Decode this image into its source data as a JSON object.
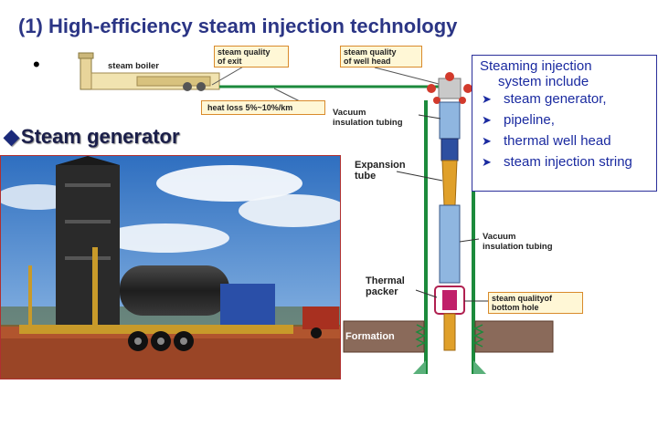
{
  "title": "(1) High-efficiency steam injection technology",
  "bullet": "•",
  "steam_generator_heading": "Steam generator",
  "heading_icon": "diamond-icon",
  "diagram": {
    "steam_boiler": "steam boiler",
    "steam_quality_exit": [
      "steam quality",
      "of exit"
    ],
    "steam_quality_well_head": [
      "steam quality",
      "of well head"
    ],
    "heat_loss": "heat loss 5%~10%/km",
    "vacuum_insulation_top": [
      "Vacuum",
      "insulation tubing"
    ],
    "expansion_tube": [
      "Expansion",
      "tube"
    ],
    "vacuum_insulation_mid": [
      "Vacuum",
      "insulation tubing"
    ],
    "thermal_packer": [
      "Thermal",
      "packer"
    ],
    "steam_quality_bottom": [
      "steam qualityof",
      "bottom hole"
    ],
    "formation": "Formation"
  },
  "info_box": {
    "intro_line1": "Steaming injection",
    "intro_line2": "system include",
    "items": [
      "steam generator,",
      "pipeline,",
      "thermal well head",
      "steam injection string"
    ]
  },
  "colors": {
    "title": "#2b3585",
    "info_text": "#1a2aa0",
    "pipe_green": "#1c8a3c",
    "tag_border": "#d98a2b",
    "tag_fill": "#fff7d6"
  }
}
